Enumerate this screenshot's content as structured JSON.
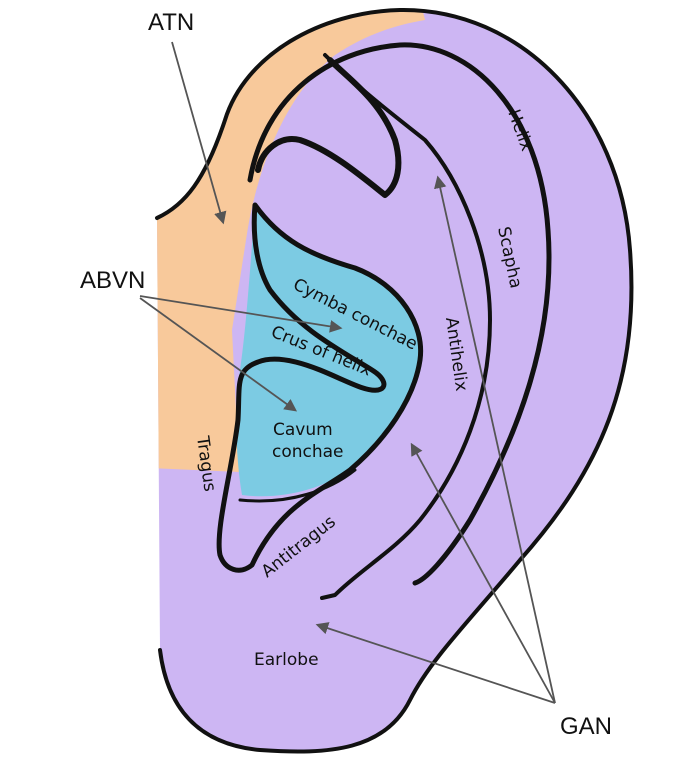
{
  "colors": {
    "gan_region": "#cdb6f3",
    "atn_region": "#f8c99b",
    "abvn_region": "#7ccbe3",
    "outline": "#111111",
    "arrow": "#555555",
    "background": "#ffffff"
  },
  "nerves": {
    "atn": "ATN",
    "abvn": "ABVN",
    "gan": "GAN"
  },
  "regions": {
    "helix": "Helix",
    "scapha": "Scapha",
    "antihelix": "Antihelix",
    "cymba_conchae": "Cymba conchae",
    "crus_of_helix": "Crus of helix",
    "cavum_conchae_line1": "Cavum",
    "cavum_conchae_line2": "conchae",
    "tragus": "Tragus",
    "antitragus": "Antitragus",
    "earlobe": "Earlobe"
  }
}
